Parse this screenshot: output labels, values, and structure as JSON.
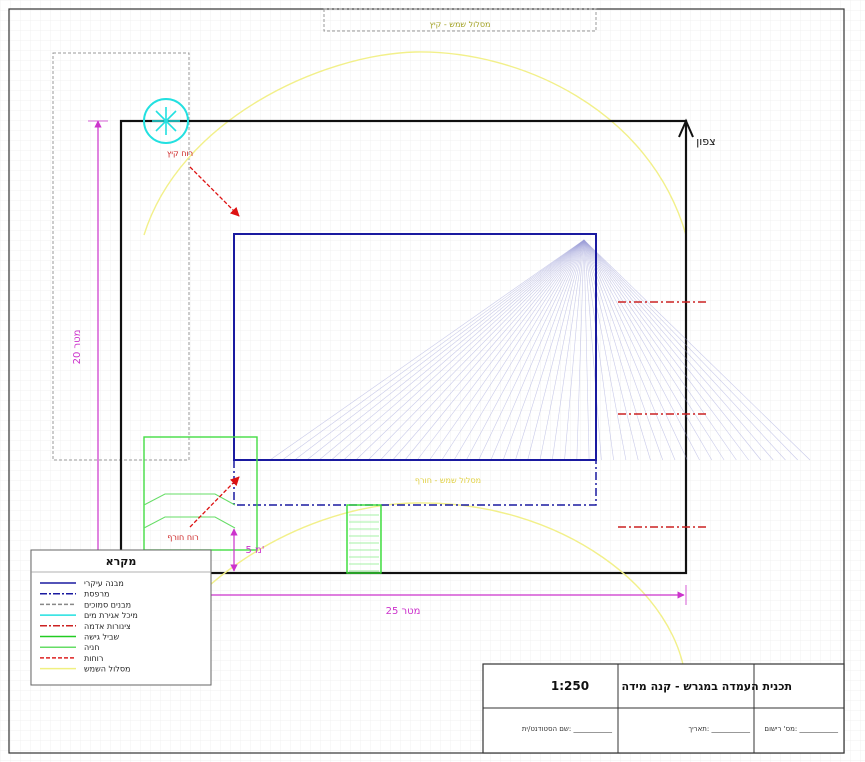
{
  "labels": {
    "north": "צפון",
    "summer_sun_path": "מסלול שמש - קיץ",
    "winter_sun_path": "מסלול שמש - חורף",
    "summer_wind": "רוח קיץ",
    "winter_wind": "רוח חורף",
    "height_dim": "20 מטר",
    "width_dim": "25 מטר",
    "setback_dim": "5 מ'"
  },
  "legend": {
    "title": "מקרא",
    "items": [
      {
        "label": "מבנה עיקרי",
        "color": "#1a1aa0",
        "style": "solid"
      },
      {
        "label": "מרפסת",
        "color": "#1a1aa0",
        "style": "dashdot"
      },
      {
        "label": "מבנים סמוכים",
        "color": "#888888",
        "style": "dashed"
      },
      {
        "label": "מיכל אגירת מים",
        "color": "#22e0e0",
        "style": "solid"
      },
      {
        "label": "צינורות אדמה",
        "color": "#cc2222",
        "style": "dashdot"
      },
      {
        "label": "שביל גישה",
        "color": "#22cc22",
        "style": "solid"
      },
      {
        "label": "חניה",
        "color": "#66dd66",
        "style": "solid"
      },
      {
        "label": "רוחות",
        "color": "#dd2222",
        "style": "dashed"
      },
      {
        "label": "מסלול השמש",
        "color": "#f0f080",
        "style": "solid"
      }
    ]
  },
  "title_block": {
    "title": "תכנית העמדה במגרש - קנה מידה",
    "scale": "1:250",
    "designer": "שם הסטודנט/ית: ___________",
    "date": "תאריך: ___________",
    "id": "מס' רישום: ___________"
  },
  "colors": {
    "building": "#1a1aa0",
    "dimension": "#cc33cc",
    "wind": "#dd1111",
    "sun": "#f2f08a",
    "green": "#33dd33",
    "tank": "#22e0e0",
    "pipes": "#cc2222"
  }
}
